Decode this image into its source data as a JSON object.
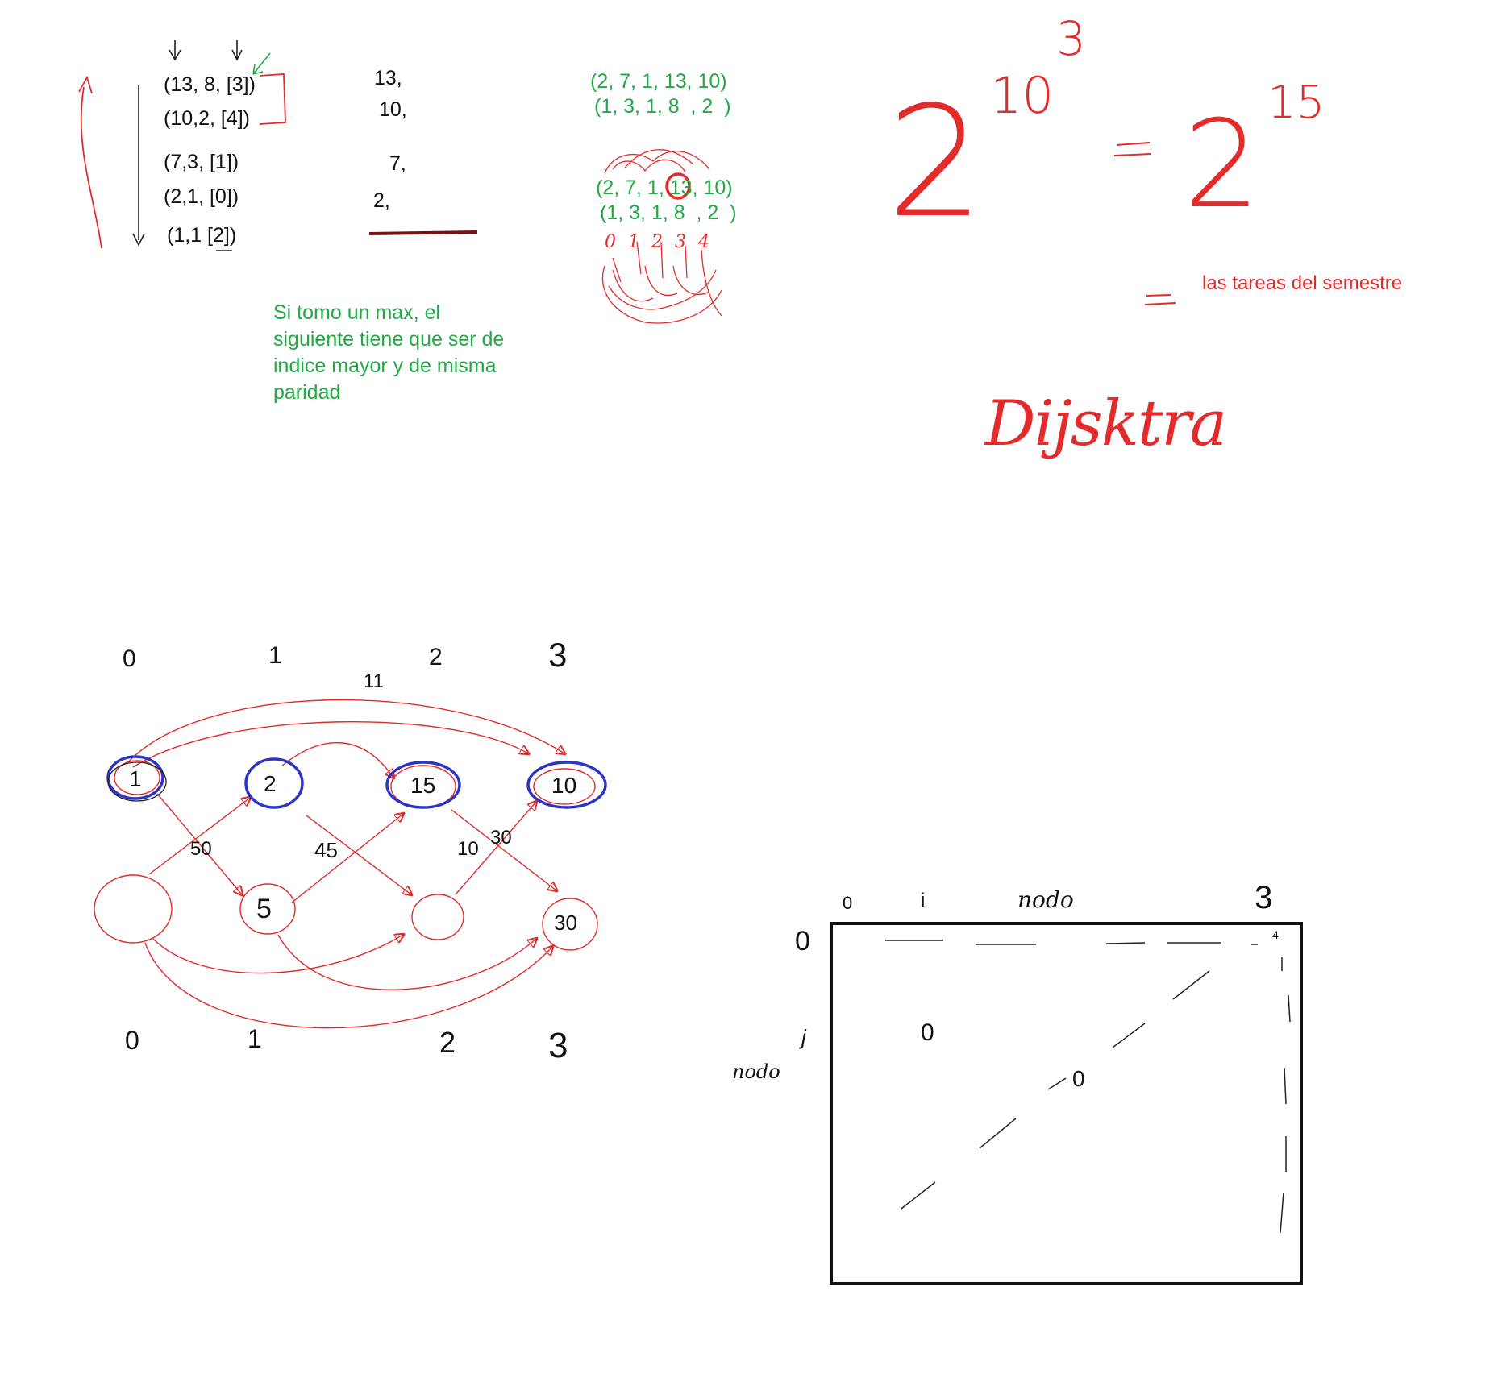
{
  "colors": {
    "ink_red": "#e32b2b",
    "ink_green": "#22a845",
    "ink_blue": "#2e33c8",
    "ink_black": "#111111",
    "ink_darkred": "#7a0f14"
  },
  "tuples": {
    "rows": [
      "(13, 8, [3])",
      "(10,2, [4])",
      "(7,3, [1])",
      "(2,1, [0])",
      "(1,1 [2])"
    ]
  },
  "maxima": {
    "values": [
      "13,",
      "10,",
      "7,",
      "2,"
    ]
  },
  "arrays": {
    "top_values": "(2, 7, 1, 13, 10)",
    "top_parity": "(1, 3, 1, 8  , 2  )",
    "bottom_values": "(2, 7, 1, 13, 10)",
    "bottom_parity": "(1, 3, 1, 8  , 2  )",
    "indices": "0 1 2 3 4"
  },
  "note": "Si tomo un max, el siguiente tiene que ser de indice mayor y de misma paridad",
  "formula": {
    "base_left": "2",
    "exp_left": "10",
    "exp_left_power": "3",
    "equals": "=",
    "base_right": "2",
    "exp_right": "15",
    "equals2": "=",
    "caption": "las tareas del semestre",
    "algorithm": "Dijsktra"
  },
  "graph": {
    "top_col_labels": [
      "0",
      "1",
      "2",
      "3"
    ],
    "bottom_col_labels": [
      "0",
      "1",
      "2",
      "3"
    ],
    "top_nodes": [
      "1",
      "2",
      "15",
      "10"
    ],
    "bottom_nodes": [
      "",
      "5",
      "",
      "30"
    ],
    "edge_labels": [
      "11",
      "50",
      "45",
      "10",
      "30"
    ]
  },
  "matrix": {
    "col_labels": [
      "0",
      "i",
      "nodo",
      "3"
    ],
    "row_labels": [
      "0",
      "j",
      "nodo"
    ],
    "diagonal_marks": [
      "0",
      "0"
    ],
    "corner_mark": "4"
  }
}
